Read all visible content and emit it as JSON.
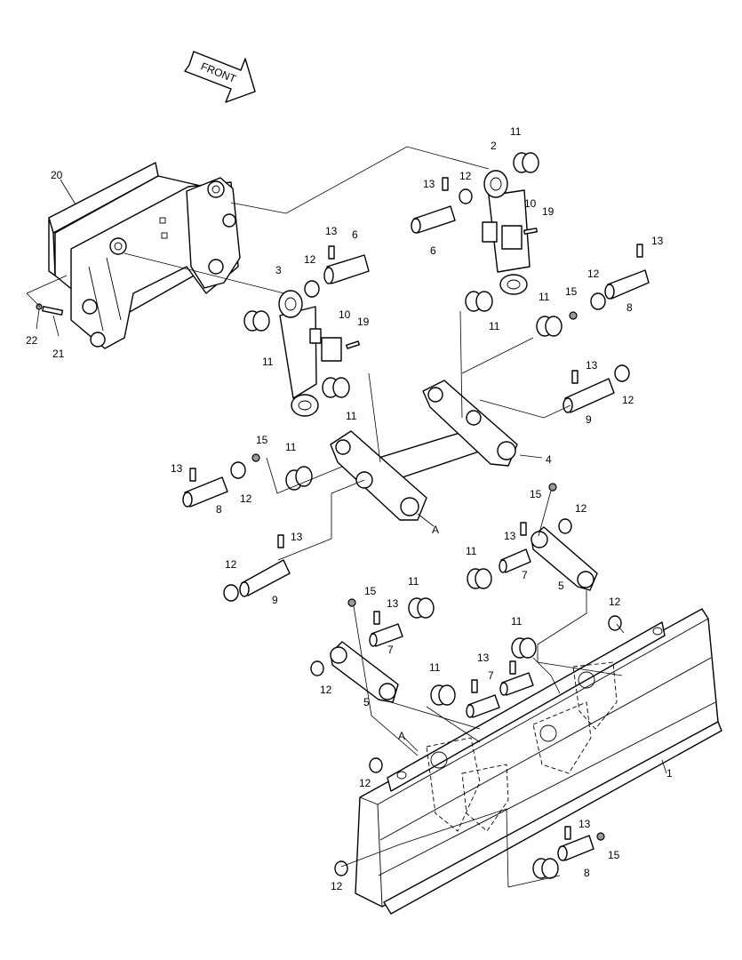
{
  "direction_arrow": {
    "text": "FRONT"
  },
  "callouts": {
    "c1": "1",
    "c2": "2",
    "c3": "3",
    "c4": "4",
    "c5a": "5",
    "c5b": "5",
    "c6a": "6",
    "c6b": "6",
    "c7a": "7",
    "c7b": "7",
    "c7c": "7",
    "c8a": "8",
    "c8b": "8",
    "c8c": "8",
    "c9a": "9",
    "c9b": "9",
    "c10a": "10",
    "c10b": "10",
    "c11a": "11",
    "c11b": "11",
    "c11c": "11",
    "c11d": "11",
    "c11e": "11",
    "c11f": "11",
    "c11g": "11",
    "c11h": "11",
    "c11i": "11",
    "c11j": "11",
    "c12a": "12",
    "c12b": "12",
    "c12c": "12",
    "c12d": "12",
    "c12e": "12",
    "c12f": "12",
    "c12g": "12",
    "c12h": "12",
    "c12i": "12",
    "c12j": "12",
    "c13a": "13",
    "c13b": "13",
    "c13c": "13",
    "c13d": "13",
    "c13e": "13",
    "c13f": "13",
    "c13g": "13",
    "c13h": "13",
    "c13i": "13",
    "c15a": "15",
    "c15b": "15",
    "c15c": "15",
    "c15d": "15",
    "c15e": "15",
    "c19a": "19",
    "c19b": "19",
    "c20": "20",
    "c21": "21",
    "c22": "22",
    "cAa": "A",
    "cAb": "A"
  }
}
